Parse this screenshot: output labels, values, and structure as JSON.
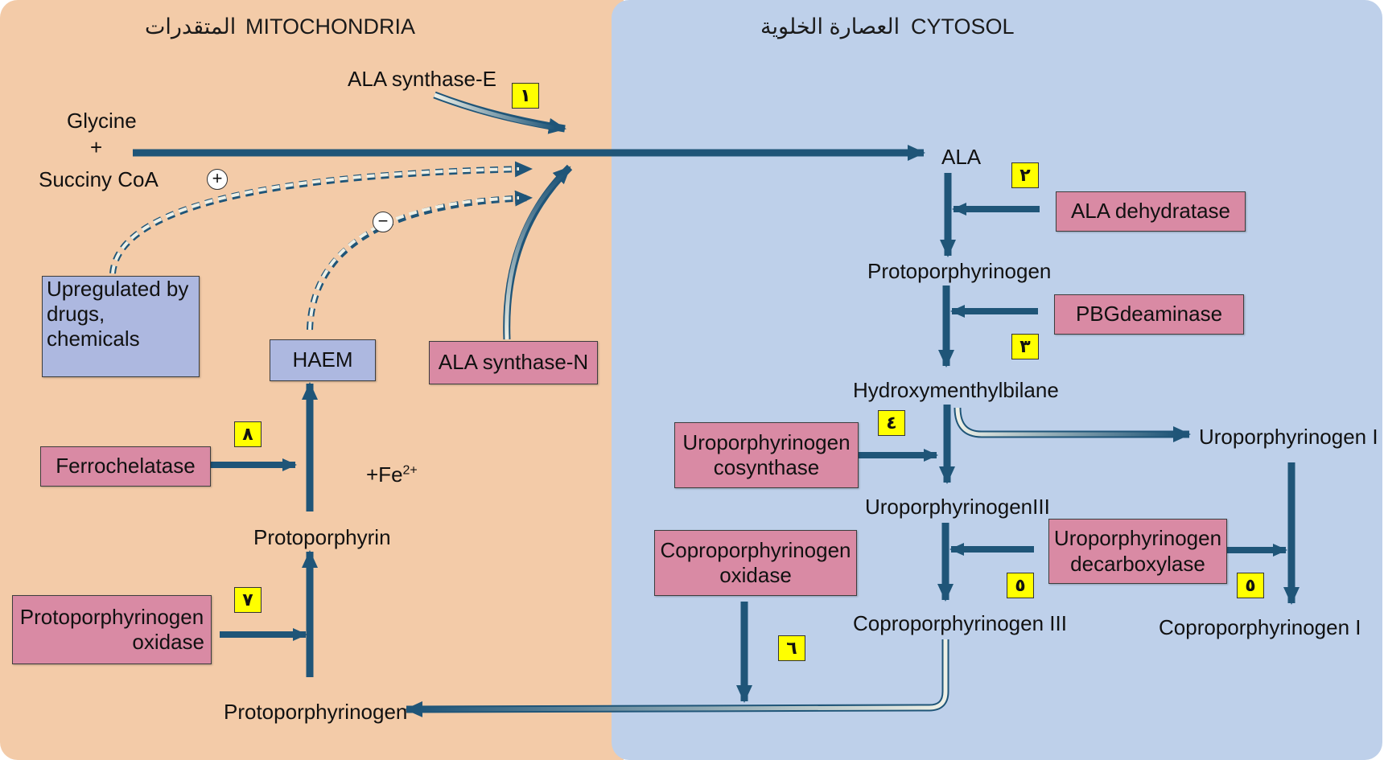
{
  "headers": {
    "mito_arabic": "المتقدرات",
    "mito": "MITOCHONDRIA",
    "cyto_arabic": "العصارة الخلوية",
    "cyto": "CYTOSOL"
  },
  "compounds": {
    "glycine": "Glycine",
    "plus": "+",
    "succinyl": "Succiny CoA",
    "ala": "ALA",
    "protoporphyrinogen_cyto": "Protoporphyrinogen",
    "hydroxy": "Hydroxymenthylbilane",
    "uro1": "Uroporphyrinogen I",
    "uro3": "UroporphyrinogenIII",
    "copro3": "Coproporphyrinogen III",
    "copro1": "Coproporphyrinogen I",
    "protoporphyrinogen_mito": "Protoporphyrinogen",
    "protoporphyrin": "Protoporphyrin",
    "fe_base": "+Fe",
    "fe_sup": "2+",
    "ala_synthase_e": "ALA synthase-E"
  },
  "enzymes": {
    "ala_dehydratase": "ALA dehydratase",
    "pbg_deaminase": "PBGdeaminase",
    "uro_cosynthase_1": "Uroporphyrinogen",
    "uro_cosynthase_2": "cosynthase",
    "uro_decarb_1": "Uroporphyrinogen",
    "uro_decarb_2": "decarboxylase",
    "copro_oxidase_1": "Coproporphyrinogen",
    "copro_oxidase_2": "oxidase",
    "proto_oxidase_1": "Protoporphyrinogen",
    "proto_oxidase_2": "oxidase",
    "ferrochelatase": "Ferrochelatase",
    "ala_synthase_n": "ALA synthase-N"
  },
  "regulators": {
    "haem": "HAEM",
    "upregulated_1": "Upregulated by",
    "upregulated_2": "drugs,",
    "upregulated_3": "chemicals",
    "plus_sign": "+",
    "minus_sign": "−"
  },
  "steps": {
    "s1": "١",
    "s2": "٢",
    "s3": "٣",
    "s4": "٤",
    "s5a": "٥",
    "s5b": "٥",
    "s6": "٦",
    "s7": "٧",
    "s8": "٨"
  },
  "colors": {
    "mitochondria_bg": "#f3cba8",
    "cytosol_bg": "#bed0ea",
    "enzyme_box": "#d98aa4",
    "regulator_box": "#adb8e0",
    "step_badge": "#ffff00",
    "arrow_dark": "#1f5578",
    "arrow_light": "#eef0e6"
  }
}
